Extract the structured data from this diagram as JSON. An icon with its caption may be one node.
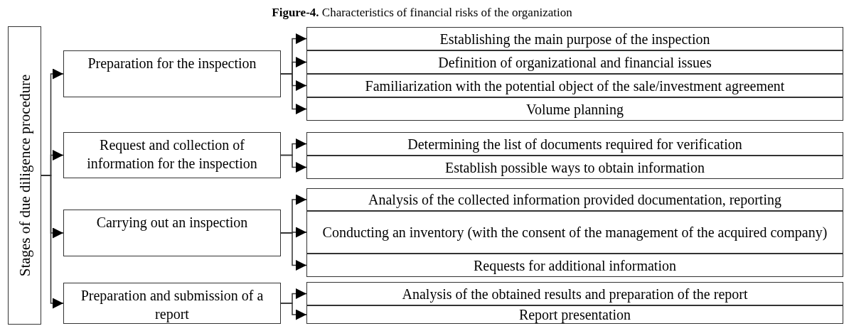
{
  "diagram": {
    "title": "**Figure-4.** Characteristics of financial risks of the organization",
    "nodes": [
      {
        "text": [
          "Stages of due diligence procedure"
        ]
      },
      {
        "text": [
          "Preparation for the inspection"
        ]
      },
      {
        "text": [
          "Establishing the main purpose of the inspection"
        ]
      },
      {
        "text": [
          "Definition of organizational and financial issues"
        ]
      },
      {
        "text": [
          "Familiarization with the potential object of the sale/investment agreement"
        ]
      },
      {
        "text": [
          "Volume planning"
        ]
      },
      {
        "text": [
          "Request and collection of information for the inspection"
        ]
      },
      {
        "text": [
          "Determining the list of documents required for verification"
        ]
      },
      {
        "text": [
          "Establish possible ways to obtain information"
        ]
      },
      {
        "text": [
          "Carrying out an inspection"
        ]
      },
      {
        "text": [
          "Analysis of the collected information provided documentation, reporting"
        ]
      },
      {
        "text": [
          "Conducting an inventory (with the consent of the management of the acquired company)"
        ]
      },
      {
        "text": [
          "Requests for additional information"
        ]
      },
      {
        "text": [
          "Preparation and submission of a report"
        ]
      },
      {
        "text": [
          "Analysis of the obtained results and preparation of the report"
        ]
      },
      {
        "text": [
          "Report presentation"
        ]
      }
    ],
    "edges": [
      {
        "from": 0,
        "to": 1,
        "arrow": "to"
      },
      {
        "from": 0,
        "to": 6,
        "arrow": "to"
      },
      {
        "from": 0,
        "to": 9,
        "arrow": "to"
      },
      {
        "from": 0,
        "to": 13,
        "arrow": "to"
      },
      {
        "from": 1,
        "to": 2,
        "arrow": "to"
      },
      {
        "from": 1,
        "to": 3,
        "arrow": "to"
      },
      {
        "from": 1,
        "to": 4,
        "arrow": "to"
      },
      {
        "from": 1,
        "to": 5,
        "arrow": "to"
      },
      {
        "from": 6,
        "to": 7,
        "arrow": "to"
      },
      {
        "from": 6,
        "to": 8,
        "arrow": "to"
      },
      {
        "from": 9,
        "to": 10,
        "arrow": "to"
      },
      {
        "from": 9,
        "to": 11,
        "arrow": "to"
      },
      {
        "from": 9,
        "to": 12,
        "arrow": "to"
      },
      {
        "from": 13,
        "to": 14,
        "arrow": "to"
      },
      {
        "from": 13,
        "to": 15,
        "arrow": "to"
      }
    ]
  }
}
